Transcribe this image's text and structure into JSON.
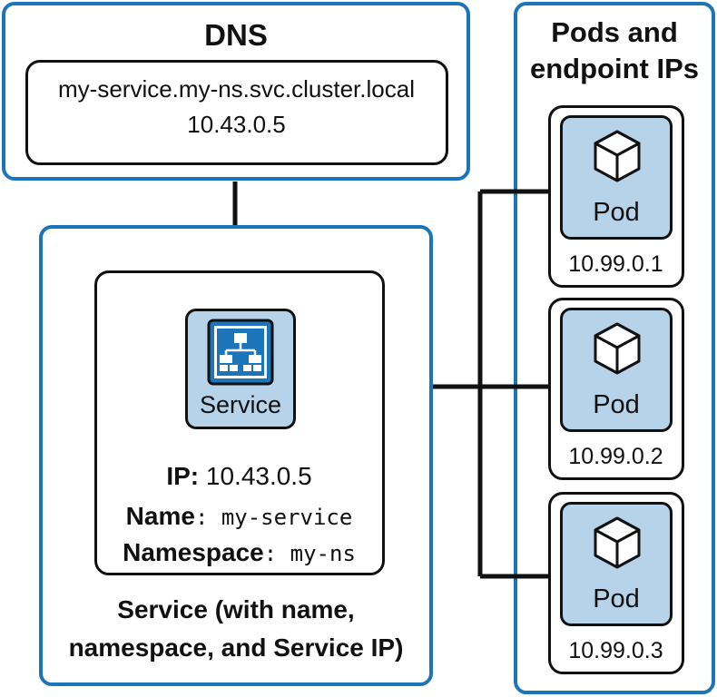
{
  "dns": {
    "title": "DNS",
    "hostname": "my-service.my-ns.svc.cluster.local",
    "ip": "10.43.0.5"
  },
  "service": {
    "tile_label": "Service",
    "ip_key": "IP:",
    "ip_value": "10.43.0.5",
    "name_key": "Name",
    "name_value": ": my-service",
    "ns_key": "Namespace",
    "ns_value": ": my-ns",
    "caption_line1": "Service (with name,",
    "caption_line2": "namespace, and Service IP)"
  },
  "pods_panel": {
    "title_line1": "Pods and",
    "title_line2": "endpoint IPs",
    "pods": [
      {
        "label": "Pod",
        "ip": "10.99.0.1"
      },
      {
        "label": "Pod",
        "ip": "10.99.0.2"
      },
      {
        "label": "Pod",
        "ip": "10.99.0.3"
      }
    ]
  },
  "colors": {
    "panel_border": "#1c75b9",
    "tile_fill": "#b7d3ea",
    "line": "#111111"
  },
  "icons": {
    "service": "network-hierarchy-icon",
    "pod": "cube-icon"
  }
}
